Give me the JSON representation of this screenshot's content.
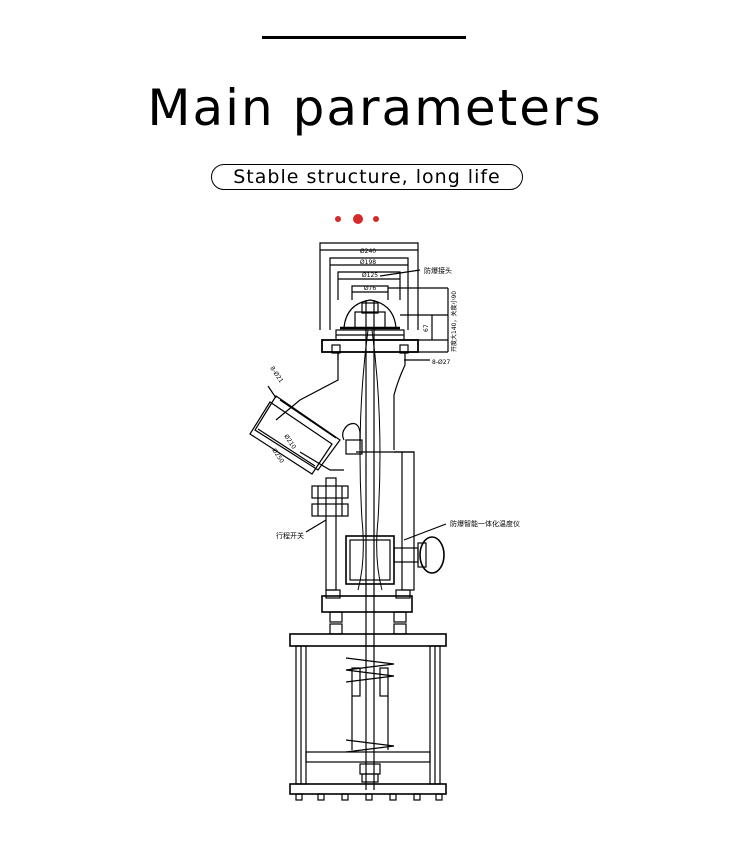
{
  "header": {
    "title": "Main parameters",
    "subtitle": "Stable structure, long life"
  },
  "colors": {
    "accent_dots": "#d42a2a",
    "line": "#000000",
    "background": "#ffffff"
  },
  "drawing": {
    "dimensions": {
      "d240": "Ø240",
      "d198": "Ø198",
      "d125": "Ø125",
      "d76": "Ø76",
      "h67": "67",
      "holes_top": "8-Ø27",
      "holes_side": "8-Ø21",
      "d210": "Ø210",
      "d250": "Ø250"
    },
    "labels": {
      "explosion_head": "防爆接头",
      "stroke_note": "开度大140，关度小90",
      "limit_switch": "行程开关",
      "thermometer": "防爆智能一体化温度仪"
    }
  }
}
